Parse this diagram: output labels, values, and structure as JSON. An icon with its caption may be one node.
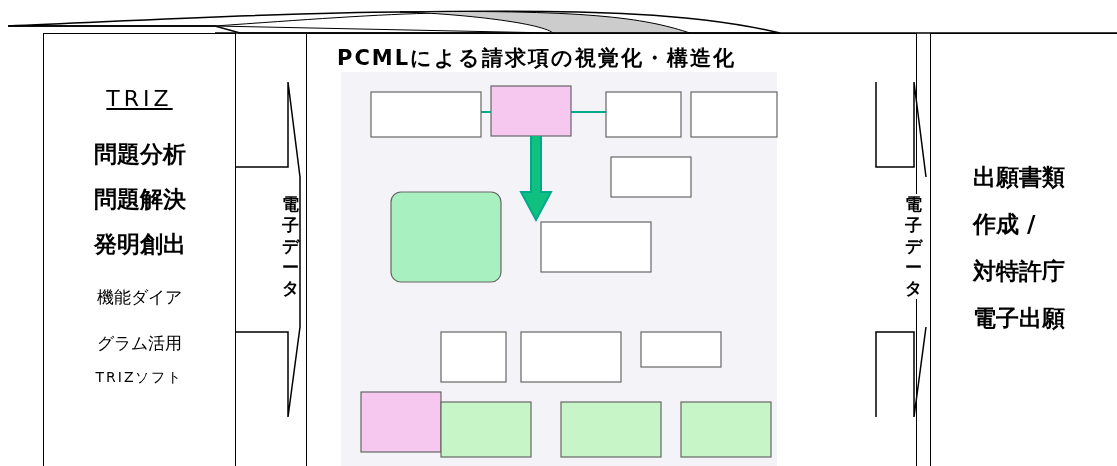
{
  "diagram": {
    "nodes": [
      {
        "text": [
          "TRIZ",
          "問題分析",
          "問題解決",
          "発明創出",
          "機能ダイアグラム活用",
          "TRIZソフト"
        ]
      },
      {
        "text": [
          "PCMLによる請求項の視覚化・構造化"
        ]
      },
      {
        "text": [],
        "shape": "picture",
        "in": 1
      },
      {
        "text": [
          "電子データ"
        ]
      },
      {
        "text": [
          "電子データ"
        ]
      },
      {
        "text": [
          "出願書類作成 /",
          "対特許庁電子出願"
        ]
      }
    ]
  }
}
